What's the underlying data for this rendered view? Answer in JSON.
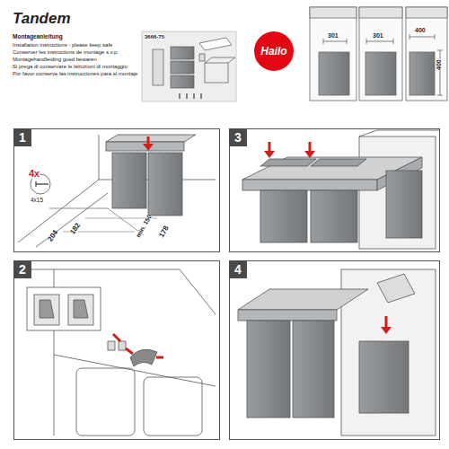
{
  "diagram": {
    "title": "Tandem",
    "nodes": [
      {
        "text": [
          "Hailo"
        ]
      },
      {
        "text": [
          "1"
        ]
      },
      {
        "text": [
          "3"
        ]
      },
      {
        "text": [
          "2"
        ]
      },
      {
        "text": [
          "4"
        ]
      }
    ],
    "labels": [
      "Montageanleitung",
      "Installation instructions - please keep safe",
      "Conserver les instructions de montage s.v.p.",
      "Montagehandleiding goed bewaren",
      "Si prega di conservare le istruzioni di montaggio",
      "Por favor conserve las instrucciones para el montaje",
      "3666-75",
      "301",
      "301",
      "400",
      "400",
      "4x",
      "4x15",
      "182",
      "204",
      "min. 150",
      "178"
    ]
  }
}
